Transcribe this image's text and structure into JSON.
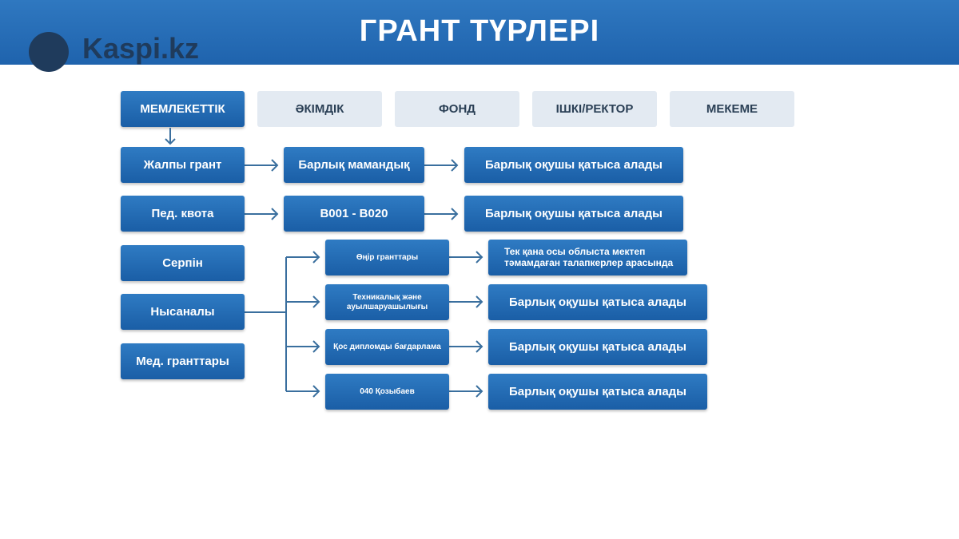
{
  "header": {
    "title": "ГРАНТ ТҮРЛЕРІ",
    "logo_text": "Kaspi.kz"
  },
  "tabs": [
    "МЕМЛЕКЕТТІК",
    "ӘКІМДІК",
    "ФОНД",
    "ІШКІ/РЕКТОР",
    "МЕКЕМЕ"
  ],
  "rows": {
    "r1": {
      "a": "Жалпы грант",
      "b": "Барлық мамандық",
      "c": "Барлық оқушы қатыса алады"
    },
    "r2": {
      "a": "Пед. квота",
      "b": "B001 - B020",
      "c": "Барлық оқушы қатыса алады"
    }
  },
  "left": [
    "Серпін",
    "Нысаналы",
    "Мед. гранттары"
  ],
  "sub": [
    {
      "name": "Өңір гранттары",
      "result": "Тек қана осы облыста мектеп тәмамдаған талапкерлер арасында"
    },
    {
      "name": "Техникалық және ауылшаруашылығы",
      "result": "Барлық оқушы қатыса алады"
    },
    {
      "name": "Қос дипломды бағдарлама",
      "result": "Барлық оқушы қатыса алады"
    },
    {
      "name": "040 Қозыбаев",
      "result": "Барлық оқушы қатыса алады"
    }
  ],
  "colors": {
    "header": "#2f78c0",
    "box": "#1f63ad",
    "tab_light": "#e3eaf2"
  }
}
